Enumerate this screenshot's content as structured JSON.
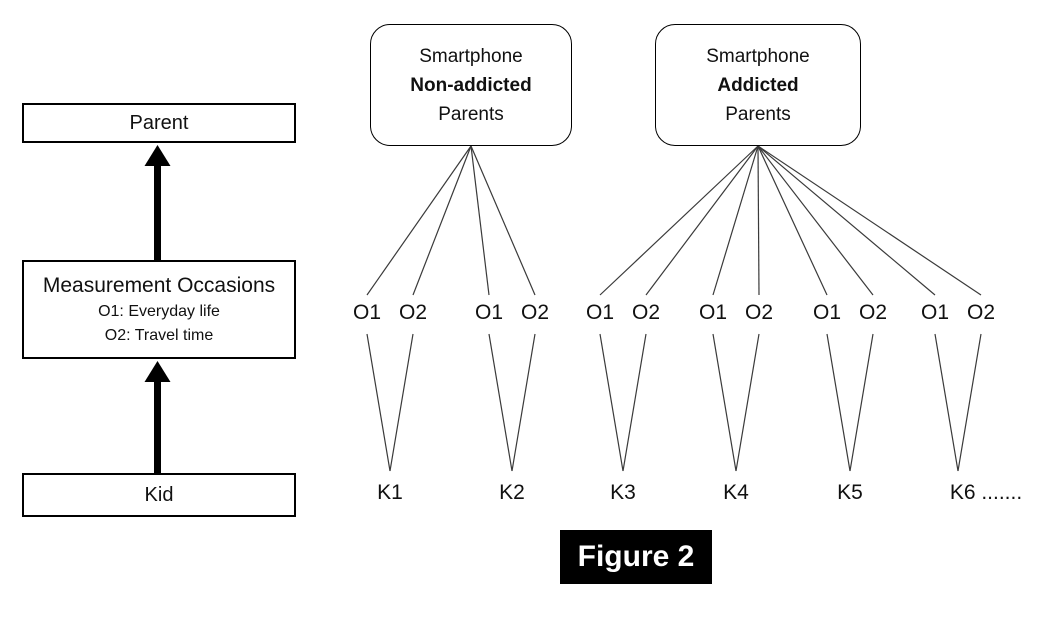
{
  "figure": {
    "caption": "Figure 2"
  },
  "left_panel": {
    "parent_label": "Parent",
    "measurement": {
      "title": "Measurement Occasions",
      "o1_desc": "O1: Everyday life",
      "o2_desc": "O2: Travel time"
    },
    "kid_label": "Kid"
  },
  "groups": [
    {
      "id": "non-addicted",
      "line1": "Smartphone",
      "line2": "Non-addicted",
      "line3": "Parents"
    },
    {
      "id": "addicted",
      "line1": "Smartphone",
      "line2": "Addicted",
      "line3": "Parents"
    }
  ],
  "occasion_labels": {
    "o1": "O1",
    "o2": "O2"
  },
  "kids": [
    {
      "label": "K1",
      "group": 0
    },
    {
      "label": "K2",
      "group": 0
    },
    {
      "label": "K3",
      "group": 1
    },
    {
      "label": "K4",
      "group": 1
    },
    {
      "label": "K5",
      "group": 1
    },
    {
      "label": "K6 .......",
      "group": 1
    }
  ],
  "colors": {
    "line": "#3a3a3a",
    "box_border": "#000000",
    "arrow": "#000000",
    "caption_bg": "#000000",
    "caption_fg": "#ffffff"
  }
}
